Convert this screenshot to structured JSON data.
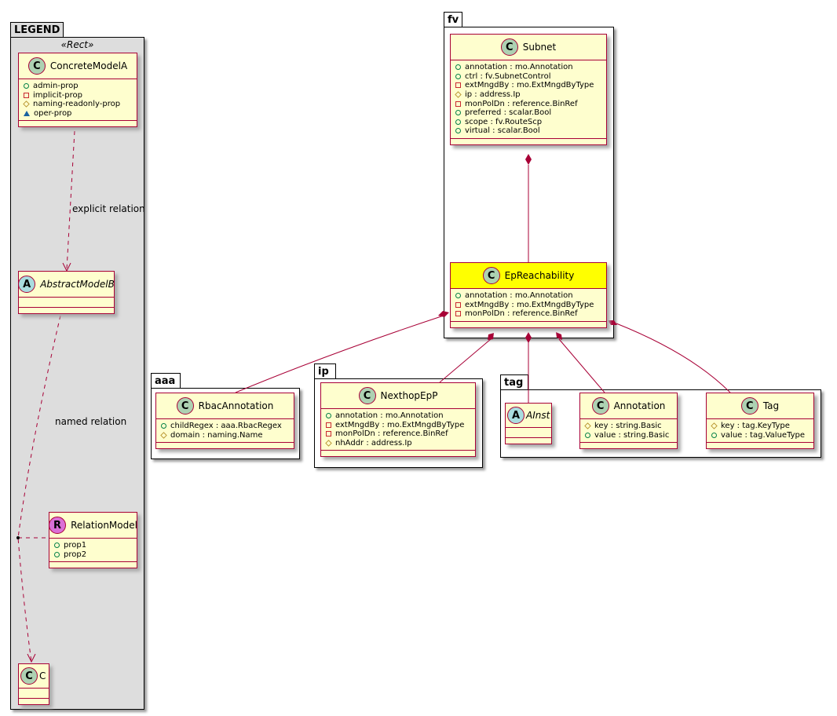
{
  "packages": {
    "legend": "LEGEND",
    "legend_stereotype": "«Rect»",
    "fv": "fv",
    "aaa": "aaa",
    "ip": "ip",
    "tag": "tag"
  },
  "colors": {
    "class_bg": "#fefece",
    "border": "#a80036",
    "highlight": "#ffff00",
    "class_icon": "#add1b2",
    "abstract_icon": "#a9dcdf",
    "relation_icon": "#da70d6"
  },
  "relations": {
    "explicit": "explicit relation",
    "named": "named relation"
  },
  "classes": [
    {
      "id": "ConcreteModelA",
      "name": "ConcreteModelA",
      "kind": "C",
      "attrs": [
        [
          "public",
          "admin-prop"
        ],
        [
          "private",
          "implicit-prop"
        ],
        [
          "protected",
          "naming-readonly-prop"
        ],
        [
          "package",
          "oper-prop"
        ]
      ]
    },
    {
      "id": "AbstractModelB",
      "name": "AbstractModelB",
      "kind": "A",
      "attrs": []
    },
    {
      "id": "RelationModel",
      "name": "RelationModel",
      "kind": "R",
      "attrs": [
        [
          "public",
          "prop1"
        ],
        [
          "public",
          "prop2"
        ]
      ]
    },
    {
      "id": "C",
      "name": "C",
      "kind": "C",
      "attrs": []
    },
    {
      "id": "Subnet",
      "name": "Subnet",
      "kind": "C",
      "attrs": [
        [
          "public",
          "annotation : mo.Annotation"
        ],
        [
          "public",
          "ctrl : fv.SubnetControl"
        ],
        [
          "private",
          "extMngdBy : mo.ExtMngdByType"
        ],
        [
          "protected",
          "ip : address.Ip"
        ],
        [
          "private",
          "monPolDn : reference.BinRef"
        ],
        [
          "public",
          "preferred : scalar.Bool"
        ],
        [
          "public",
          "scope : fv.RouteScp"
        ],
        [
          "public",
          "virtual : scalar.Bool"
        ]
      ]
    },
    {
      "id": "EpReachability",
      "name": "EpReachability",
      "kind": "C",
      "highlight": true,
      "attrs": [
        [
          "public",
          "annotation : mo.Annotation"
        ],
        [
          "private",
          "extMngdBy : mo.ExtMngdByType"
        ],
        [
          "private",
          "monPolDn : reference.BinRef"
        ]
      ]
    },
    {
      "id": "RbacAnnotation",
      "name": "RbacAnnotation",
      "kind": "C",
      "attrs": [
        [
          "public",
          "childRegex : aaa.RbacRegex"
        ],
        [
          "protected",
          "domain : naming.Name"
        ]
      ]
    },
    {
      "id": "NexthopEpP",
      "name": "NexthopEpP",
      "kind": "C",
      "attrs": [
        [
          "public",
          "annotation : mo.Annotation"
        ],
        [
          "private",
          "extMngdBy : mo.ExtMngdByType"
        ],
        [
          "private",
          "monPolDn : reference.BinRef"
        ],
        [
          "protected",
          "nhAddr : address.Ip"
        ]
      ]
    },
    {
      "id": "AInst",
      "name": "AInst",
      "kind": "A",
      "attrs": []
    },
    {
      "id": "Annotation",
      "name": "Annotation",
      "kind": "C",
      "attrs": [
        [
          "protected",
          "key : string.Basic"
        ],
        [
          "public",
          "value : string.Basic"
        ]
      ]
    },
    {
      "id": "Tag",
      "name": "Tag",
      "kind": "C",
      "attrs": [
        [
          "protected",
          "key : tag.KeyType"
        ],
        [
          "public",
          "value : tag.ValueType"
        ]
      ]
    }
  ]
}
